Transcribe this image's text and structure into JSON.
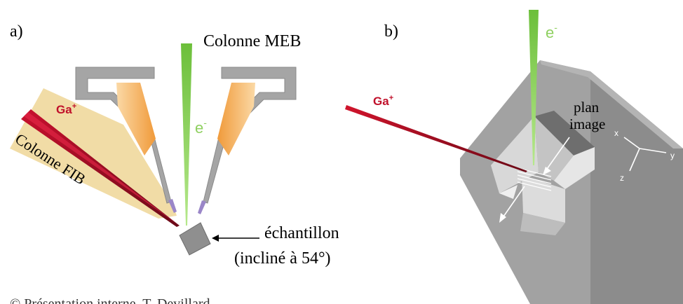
{
  "panel_a": {
    "label": "a)",
    "sem_column_label": "Colonne MEB",
    "fib_column_label": "Colonne FIB",
    "ion_label": "Ga",
    "ion_charge": "+",
    "electron_label": "e",
    "electron_charge": "-",
    "sample_label_line1": "échantillon",
    "sample_label_line2": "(incliné à 54°)"
  },
  "panel_b": {
    "label": "b)",
    "electron_label": "e",
    "electron_charge": "-",
    "ion_label": "Ga",
    "ion_charge": "+",
    "plane_label_line1": "plan",
    "plane_label_line2": "image",
    "axis_x": "x",
    "axis_y": "y",
    "axis_z": "z"
  },
  "credit": "© Présentation interne, T. Devillard",
  "colors": {
    "electron_beam": "#7ac943",
    "ion_beam": "#b3122a",
    "fib_column": "#f1dca6",
    "sem_lens": "#f4a64f",
    "column_gray": "#a9a9a9",
    "block_gray": "#9a9a9a"
  }
}
